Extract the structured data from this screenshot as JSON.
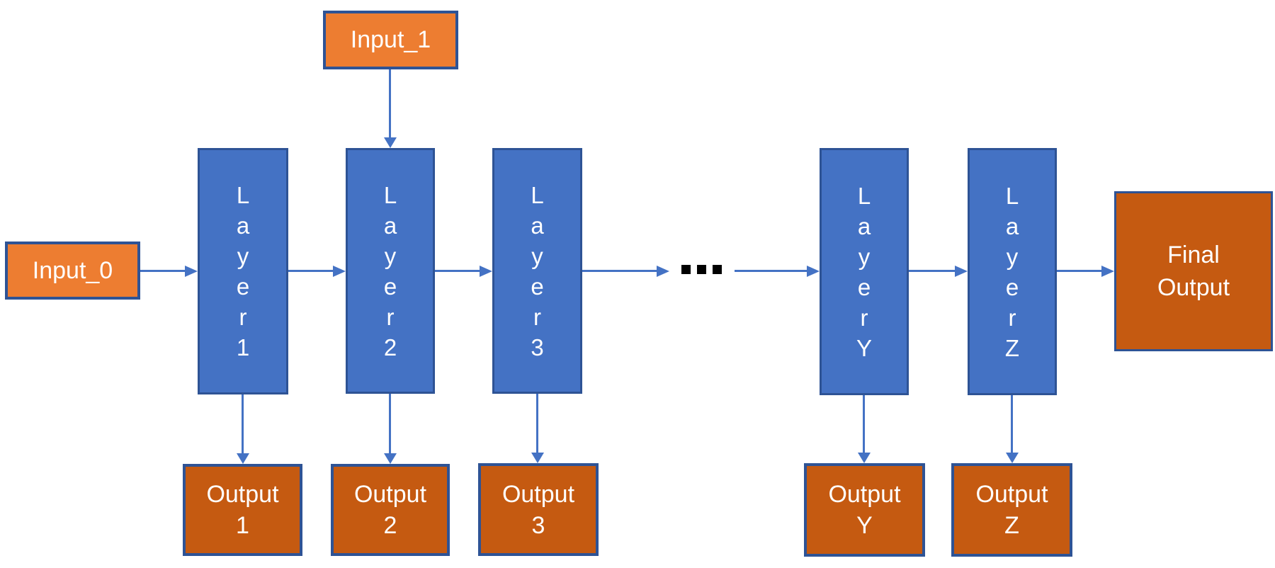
{
  "diagram": {
    "inputs": [
      {
        "label": "Input_0"
      },
      {
        "label": "Input_1"
      }
    ],
    "layers": [
      {
        "label": "Layer 1",
        "display": "L\na\ny\ne\nr\n1"
      },
      {
        "label": "Layer 2",
        "display": "L\na\ny\ne\nr\n2"
      },
      {
        "label": "Layer 3",
        "display": "L\na\ny\ne\nr\n3"
      },
      {
        "label": "Layer Y",
        "display": "L\na\ny\ne\nr\nY"
      },
      {
        "label": "Layer Z",
        "display": "L\na\ny\ne\nr\nZ"
      }
    ],
    "outputs": [
      {
        "label": "Output 1",
        "display": "Output\n1"
      },
      {
        "label": "Output 2",
        "display": "Output\n2"
      },
      {
        "label": "Output 3",
        "display": "Output\n3"
      },
      {
        "label": "Output Y",
        "display": "Output\nY"
      },
      {
        "label": "Output Z",
        "display": "Output\nZ"
      }
    ],
    "final_output": {
      "label": "Final Output",
      "display": "Final\nOutput"
    },
    "ellipsis": "...",
    "colors": {
      "input_fill": "#ED7D31",
      "output_fill": "#C55A11",
      "layer_fill": "#4472C4",
      "border": "#2E5395",
      "arrow": "#4472C4",
      "ellipsis": "#000000",
      "text": "#FFFFFF",
      "background": "#FFFFFF"
    }
  }
}
